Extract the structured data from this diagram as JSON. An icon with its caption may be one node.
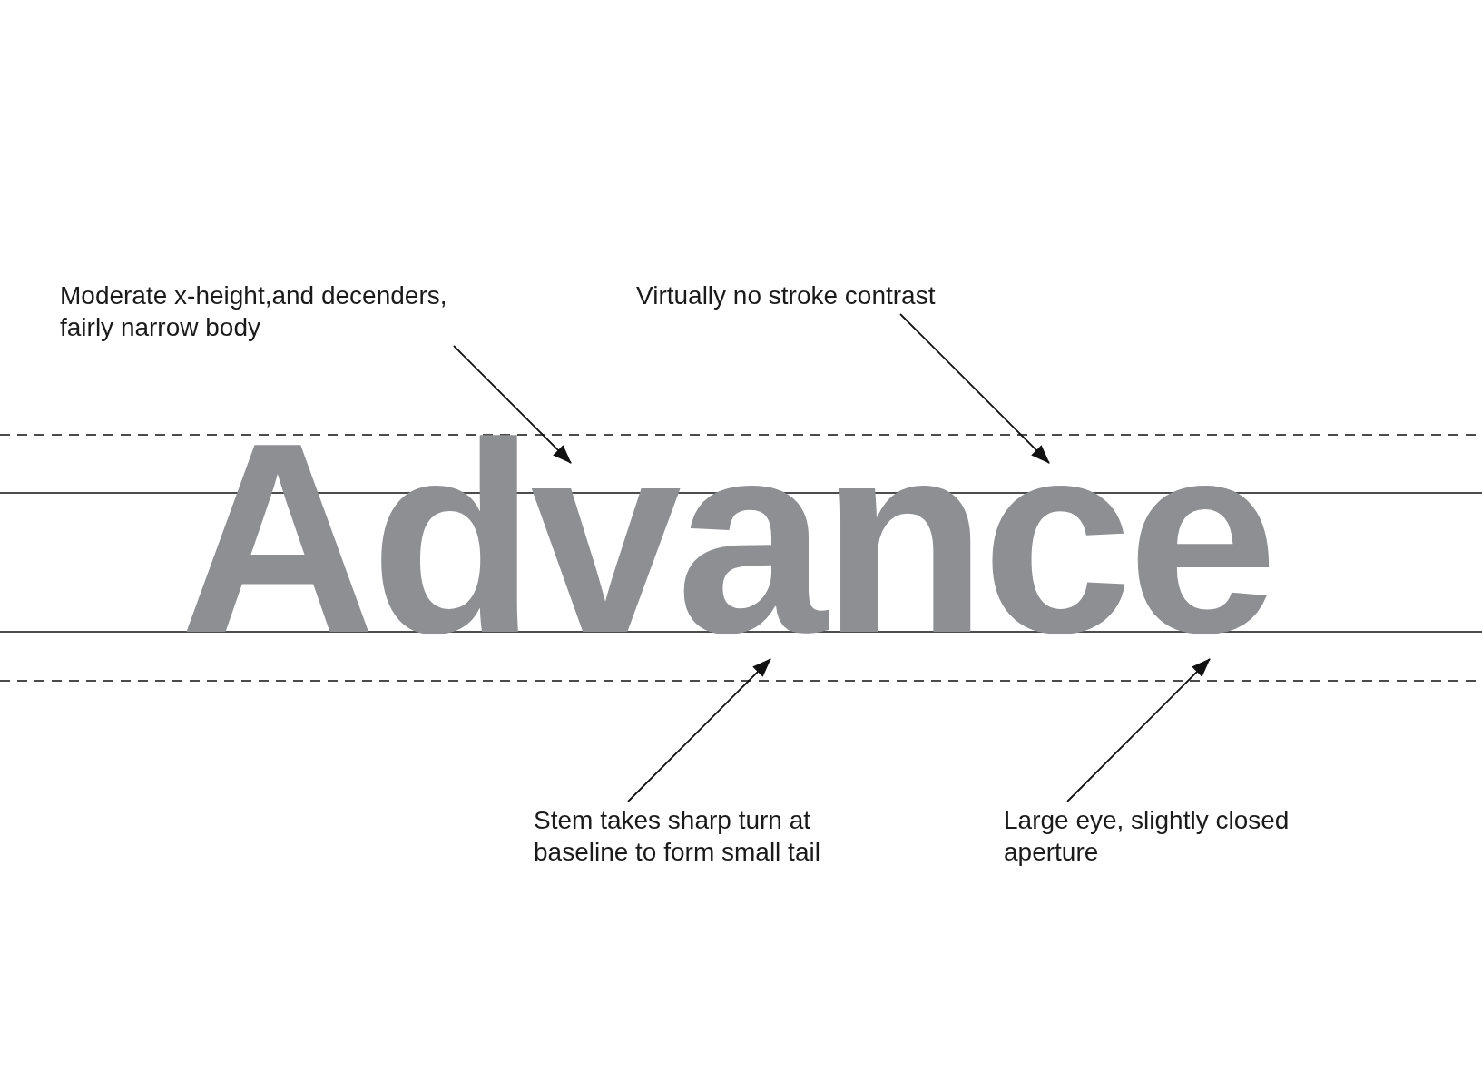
{
  "diagram": {
    "nodes": [
      {
        "text": [
          "Moderate x-height,and decenders, fairly narrow body"
        ]
      },
      {
        "text": [
          "Virtually no stroke contrast"
        ]
      },
      {
        "text": [
          "Advance"
        ]
      },
      {
        "text": [
          "Stem takes sharp turn at baseline to form small tail"
        ]
      },
      {
        "text": [
          "Large eye, slightly closed aperture"
        ]
      }
    ],
    "edges": [
      {
        "from": 0,
        "to": 2,
        "arrow": "to"
      },
      {
        "from": 1,
        "to": 2,
        "arrow": "to"
      },
      {
        "from": 3,
        "to": 2,
        "arrow": "to"
      },
      {
        "from": 4,
        "to": 2,
        "arrow": "to"
      }
    ]
  }
}
